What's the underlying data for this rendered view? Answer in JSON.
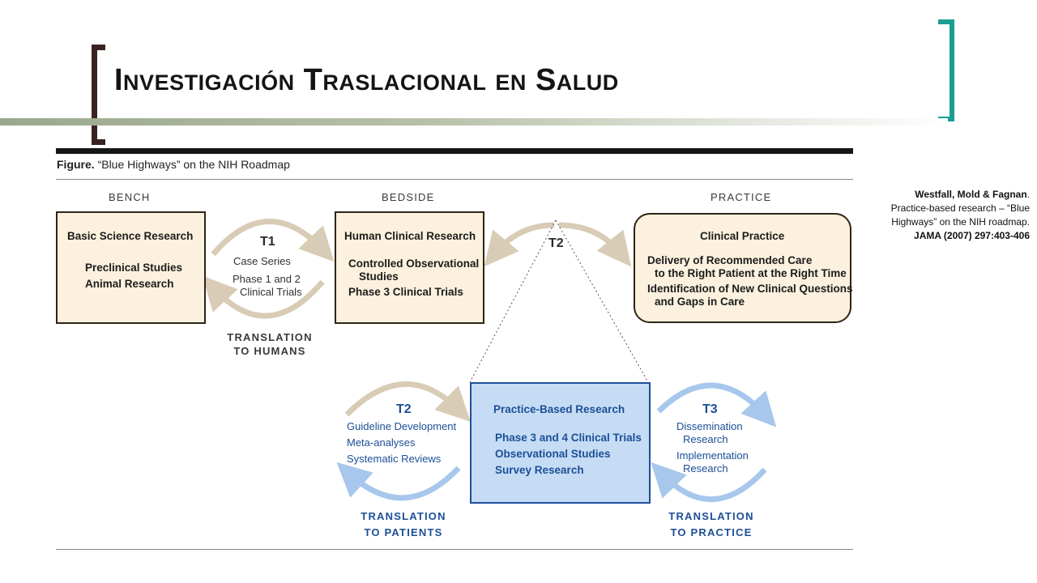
{
  "slide": {
    "title": "Investigación Traslacional en Salud"
  },
  "citation": {
    "authors": "Westfall, Mold & Fagnan",
    "authors_suffix": ".",
    "line2": "Practice-based research – “Blue",
    "line3": "Highways” on the NIH roadmap.",
    "line4": "JAMA (2007)  297:403-406"
  },
  "figure": {
    "caption_bold": "Figure.",
    "caption_text": "“Blue Highways” on the NIH Roadmap",
    "headers": {
      "bench": "BENCH",
      "bedside": "BEDSIDE",
      "practice": "PRACTICE"
    },
    "bench_box": {
      "title": "Basic Science Research",
      "lines": [
        "Preclinical Studies",
        "Animal Research"
      ]
    },
    "t1": {
      "label": "T1",
      "lines": [
        "Case Series",
        "Phase 1 and 2",
        "Clinical Trials"
      ],
      "translation": [
        "TRANSLATION",
        "TO HUMANS"
      ]
    },
    "bedside_box": {
      "title": "Human Clinical Research",
      "lines": [
        "Controlled Observational",
        "Studies",
        "Phase 3 Clinical Trials"
      ]
    },
    "t2_top": {
      "label": "T2"
    },
    "practice_box": {
      "title": "Clinical Practice",
      "lines": [
        "Delivery of Recommended Care",
        "to the Right Patient at the Right Time",
        "Identification of New Clinical Questions",
        "and Gaps in Care"
      ]
    },
    "t2_bottom": {
      "label": "T2",
      "lines": [
        "Guideline Development",
        "Meta-analyses",
        "Systematic Reviews"
      ],
      "translation": [
        "TRANSLATION",
        "TO PATIENTS"
      ]
    },
    "pbr_box": {
      "title": "Practice-Based Research",
      "lines": [
        "Phase 3 and 4 Clinical Trials",
        "Observational Studies",
        "Survey Research"
      ]
    },
    "t3": {
      "label": "T3",
      "lines": [
        "Dissemination",
        "Research",
        "Implementation",
        "Research"
      ],
      "translation": [
        "TRANSLATION",
        "TO PRACTICE"
      ]
    }
  }
}
